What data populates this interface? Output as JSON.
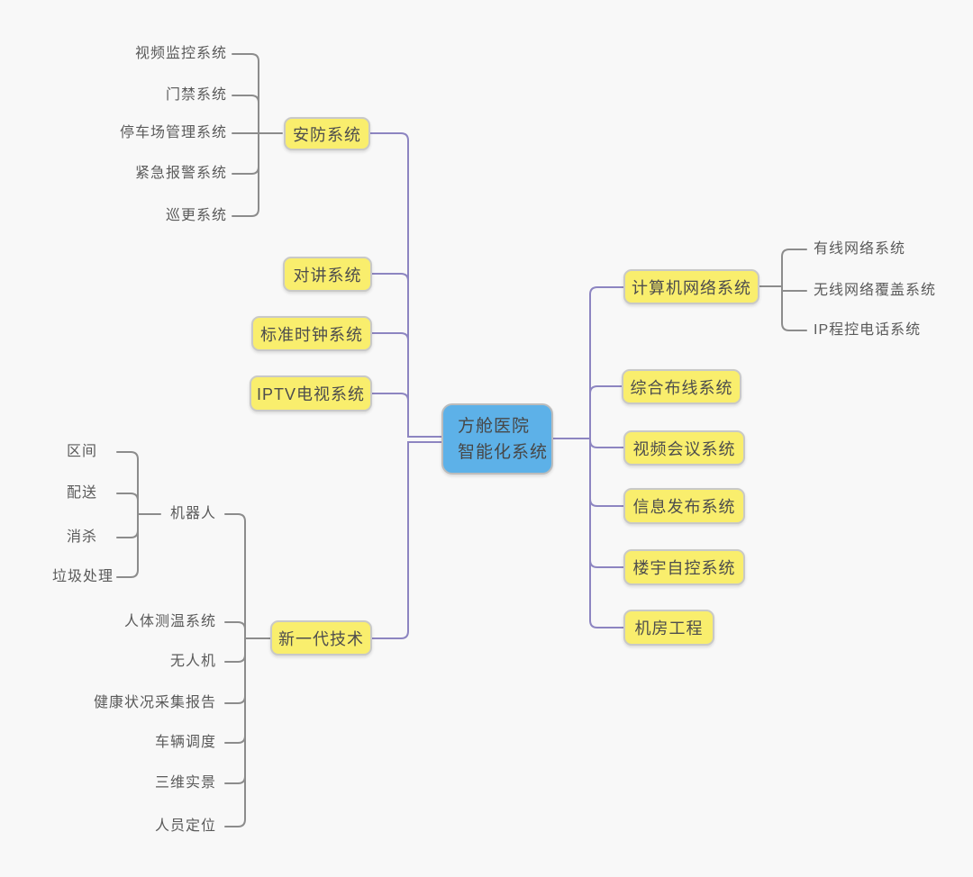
{
  "root": {
    "lines": [
      "方舱医院",
      "智能化系统"
    ]
  },
  "left": [
    {
      "label": "安防系统",
      "children": [
        {
          "label": "视频监控系统"
        },
        {
          "label": "门禁系统"
        },
        {
          "label": "停车场管理系统"
        },
        {
          "label": "紧急报警系统"
        },
        {
          "label": "巡更系统"
        }
      ]
    },
    {
      "label": "对讲系统"
    },
    {
      "label": "标准时钟系统"
    },
    {
      "label": "IPTV电视系统"
    },
    {
      "label": "新一代技术",
      "children": [
        {
          "label": "机器人",
          "children": [
            {
              "label": "区间"
            },
            {
              "label": "配送"
            },
            {
              "label": "消杀"
            },
            {
              "label": "垃圾处理"
            }
          ]
        },
        {
          "label": "人体测温系统"
        },
        {
          "label": "无人机"
        },
        {
          "label": "健康状况采集报告"
        },
        {
          "label": "车辆调度"
        },
        {
          "label": "三维实景"
        },
        {
          "label": "人员定位"
        }
      ]
    }
  ],
  "right": [
    {
      "label": "计算机网络系统",
      "children": [
        {
          "label": "有线网络系统"
        },
        {
          "label": "无线网络覆盖系统"
        },
        {
          "label": "IP程控电话系统"
        }
      ]
    },
    {
      "label": "综合布线系统"
    },
    {
      "label": "视频会议系统"
    },
    {
      "label": "信息发布系统"
    },
    {
      "label": "楼宇自控系统"
    },
    {
      "label": "机房工程"
    }
  ],
  "colors": {
    "background": "#f8f8f8",
    "root_fill": "#5db1e8",
    "topic_fill": "#f9ee6d",
    "branch_line": "#8d85c1",
    "child_line": "#8c8c8c",
    "text": "#4d4d4d"
  }
}
